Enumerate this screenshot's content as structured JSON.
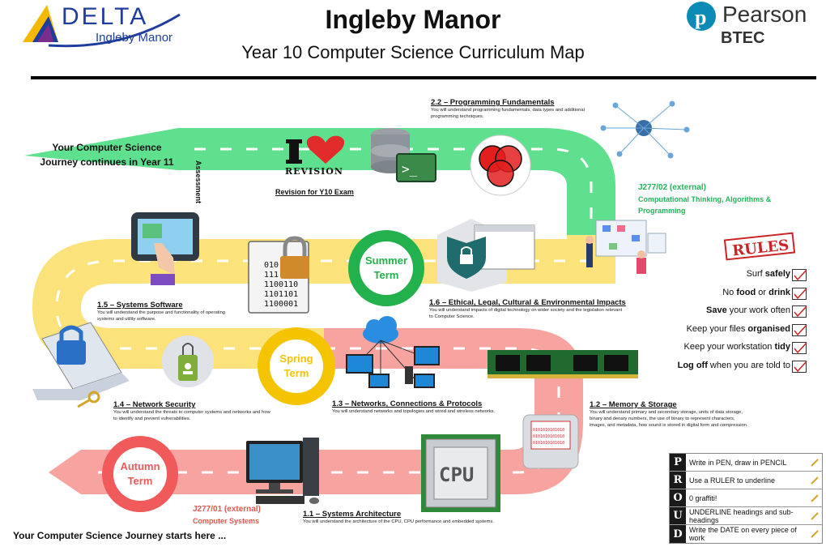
{
  "header": {
    "title": "Ingleby Manor",
    "subtitle": "Year 10 Computer Science Curriculum Map",
    "left_logo_word": "DELTA",
    "left_logo_sub": "Ingleby Manor",
    "right_logo_word": "Pearson",
    "right_logo_sub": "BTEC"
  },
  "journey": {
    "end_text": "Your Computer Science Journey continues in Year 11",
    "start_text": "Your Computer Science Journey starts here ..."
  },
  "assessment": {
    "label": "Assessment",
    "revision_word": "REVISION",
    "revision_caption": "Revision for Y10 Exam"
  },
  "terms": {
    "summer": "Summer Term",
    "spring": "Spring Term",
    "autumn": "Autumn Term"
  },
  "topics": {
    "t22": {
      "title": "2.2 – Programming Fundamentals",
      "desc": "You will understand programming fundamentals, data types and additional programming techniques."
    },
    "t16": {
      "title": "1.6 – Ethical, Legal, Cultural & Environmental Impacts",
      "desc": "You will understand impacts of digital technology on wider society and the legislation relevant to Computer Science."
    },
    "t15": {
      "title": "1.5 – Systems Software",
      "desc": "You will understand the purpose and functionality of operating systems and utility software."
    },
    "t14": {
      "title": "1.4 – Network Security",
      "desc": "You will understand the threats to computer systems and networks and how to identify and prevent vulnerabilities."
    },
    "t13": {
      "title": "1.3 – Networks, Connections & Protocols",
      "desc": "You will understand networks and topologies and wired and wireless networks."
    },
    "t12": {
      "title": "1.2 – Memory & Storage",
      "desc": "You will understand primary and secondary storage, units of data storage, binary and denary numbers, the use of binary to represent characters, images, and metadata, how sound is stored in digital form and compression."
    },
    "t11": {
      "title": "1.1 – Systems Architecture",
      "desc": "You will understand the architecture of the CPU, CPU performance and embedded systems."
    }
  },
  "exams": {
    "j27702": {
      "code": "J277/02 (external)",
      "name": "Computational Thinking, Algorithms & Programming"
    },
    "j27701": {
      "code": "J277/01 (external)",
      "name": "Computer Systems"
    }
  },
  "icons": {
    "binary_lines": [
      "010",
      "111",
      "1100110",
      "1101101",
      "1100001"
    ],
    "cpu_label": "CPU",
    "memory_binary": "0101010101010"
  },
  "rules": {
    "badge": "RULES",
    "items": [
      {
        "before": "Surf ",
        "bold": "safely",
        "after": ""
      },
      {
        "before": "No ",
        "bold": "food",
        "after": " or ",
        "bold2": "drink"
      },
      {
        "before": "",
        "bold": "Save",
        "after": " your work often"
      },
      {
        "before": "Keep your files ",
        "bold": "organised",
        "after": ""
      },
      {
        "before": "Keep your workstation ",
        "bold": "tidy",
        "after": ""
      },
      {
        "before": "",
        "bold": "Log off",
        "after": " when you are told to"
      }
    ]
  },
  "proud": {
    "rows": [
      {
        "letter": "P",
        "text": "Write in PEN, draw in PENCIL"
      },
      {
        "letter": "R",
        "text": "Use a RULER to underline"
      },
      {
        "letter": "O",
        "text": "0 graffiti!"
      },
      {
        "letter": "U",
        "text": "UNDERLINE headings and sub-headings"
      },
      {
        "letter": "D",
        "text": "Write the DATE on every piece of work"
      }
    ]
  },
  "colors": {
    "green_road": "#5fe08e",
    "yellow_road": "#fbe27a",
    "pink_road": "#f7a4a0",
    "summer_ring": "#23b14d",
    "spring_ring": "#f5c400",
    "autumn_ring": "#f05a5a",
    "brand_blue": "#1f3d9c"
  }
}
